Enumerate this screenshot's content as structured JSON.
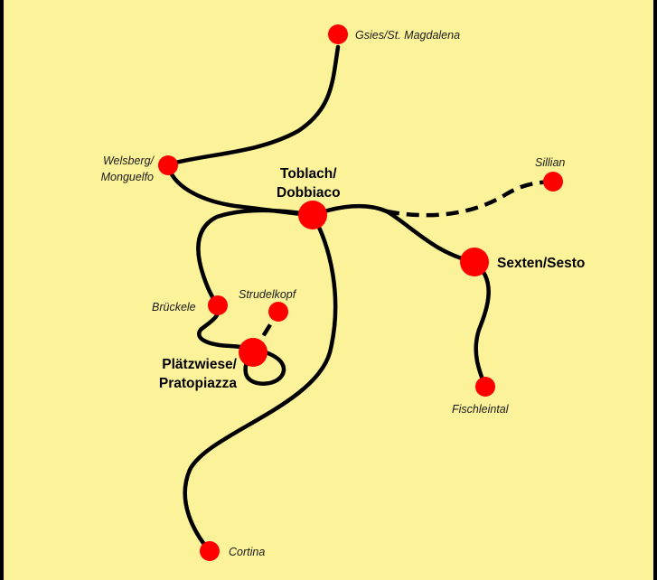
{
  "colors": {
    "background": "#FCF29A",
    "route": "#000000",
    "station": "#FF0000",
    "border": "#000000"
  },
  "stations": {
    "gsies": {
      "label": "Gsies/St. Magdalena",
      "size": "small"
    },
    "welsberg": {
      "label_lines": [
        "Welsberg/",
        "Monguelfo"
      ],
      "size": "small"
    },
    "toblach": {
      "label_lines": [
        "Toblach/",
        "Dobbiaco"
      ],
      "size": "large"
    },
    "sillian": {
      "label": "Sillian",
      "size": "small"
    },
    "sexten": {
      "label": "Sexten/Sesto",
      "size": "large"
    },
    "fischleintal": {
      "label": "Fischleintal",
      "size": "small"
    },
    "bruckele": {
      "label": "Brückele",
      "size": "small"
    },
    "strudelkopf": {
      "label": "Strudelkopf",
      "size": "small"
    },
    "platzwiese": {
      "label_lines": [
        "Plätzwiese/",
        "Pratopiazza"
      ],
      "size": "large"
    },
    "cortina": {
      "label": "Cortina",
      "size": "small"
    }
  },
  "connections": [
    {
      "from": "gsies",
      "to": "welsberg",
      "style": "solid"
    },
    {
      "from": "welsberg",
      "to": "toblach",
      "style": "solid"
    },
    {
      "from": "toblach",
      "to": "sillian",
      "style": "dashed"
    },
    {
      "from": "toblach",
      "to": "sexten",
      "style": "solid"
    },
    {
      "from": "sexten",
      "to": "fischleintal",
      "style": "solid"
    },
    {
      "from": "toblach",
      "to": "bruckele",
      "style": "solid"
    },
    {
      "from": "bruckele",
      "to": "platzwiese",
      "style": "solid"
    },
    {
      "from": "platzwiese",
      "to": "strudelkopf",
      "style": "dashed"
    },
    {
      "from": "toblach",
      "to": "cortina",
      "style": "solid"
    }
  ]
}
